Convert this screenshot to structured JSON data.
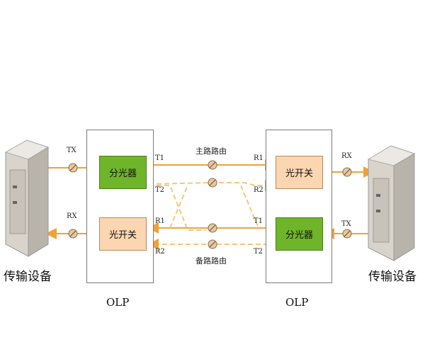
{
  "left_device": {
    "label": "传输设备",
    "tx": "TX",
    "rx": "RX"
  },
  "right_device": {
    "label": "传输设备",
    "tx": "TX",
    "rx": "RX"
  },
  "left_olp": {
    "label": "OLP",
    "splitter": "分光器",
    "optical_switch": "光开关",
    "ports": {
      "t1": "T1",
      "t2": "T2",
      "r1": "R1",
      "r2": "R2"
    }
  },
  "right_olp": {
    "label": "OLP",
    "optical_switch": "光开关",
    "splitter": "分光器",
    "ports": {
      "r1": "R1",
      "r2": "R2",
      "t1": "T1",
      "t2": "T2"
    }
  },
  "routes": {
    "primary": "主路路由",
    "backup": "备路路由"
  },
  "colors": {
    "fiber": "#f0a23a",
    "fiber_dashed": "#f6c77a",
    "splitter": "#6fb52a",
    "switch": "#fcd6b0",
    "box_border": "#7a7a7a"
  }
}
